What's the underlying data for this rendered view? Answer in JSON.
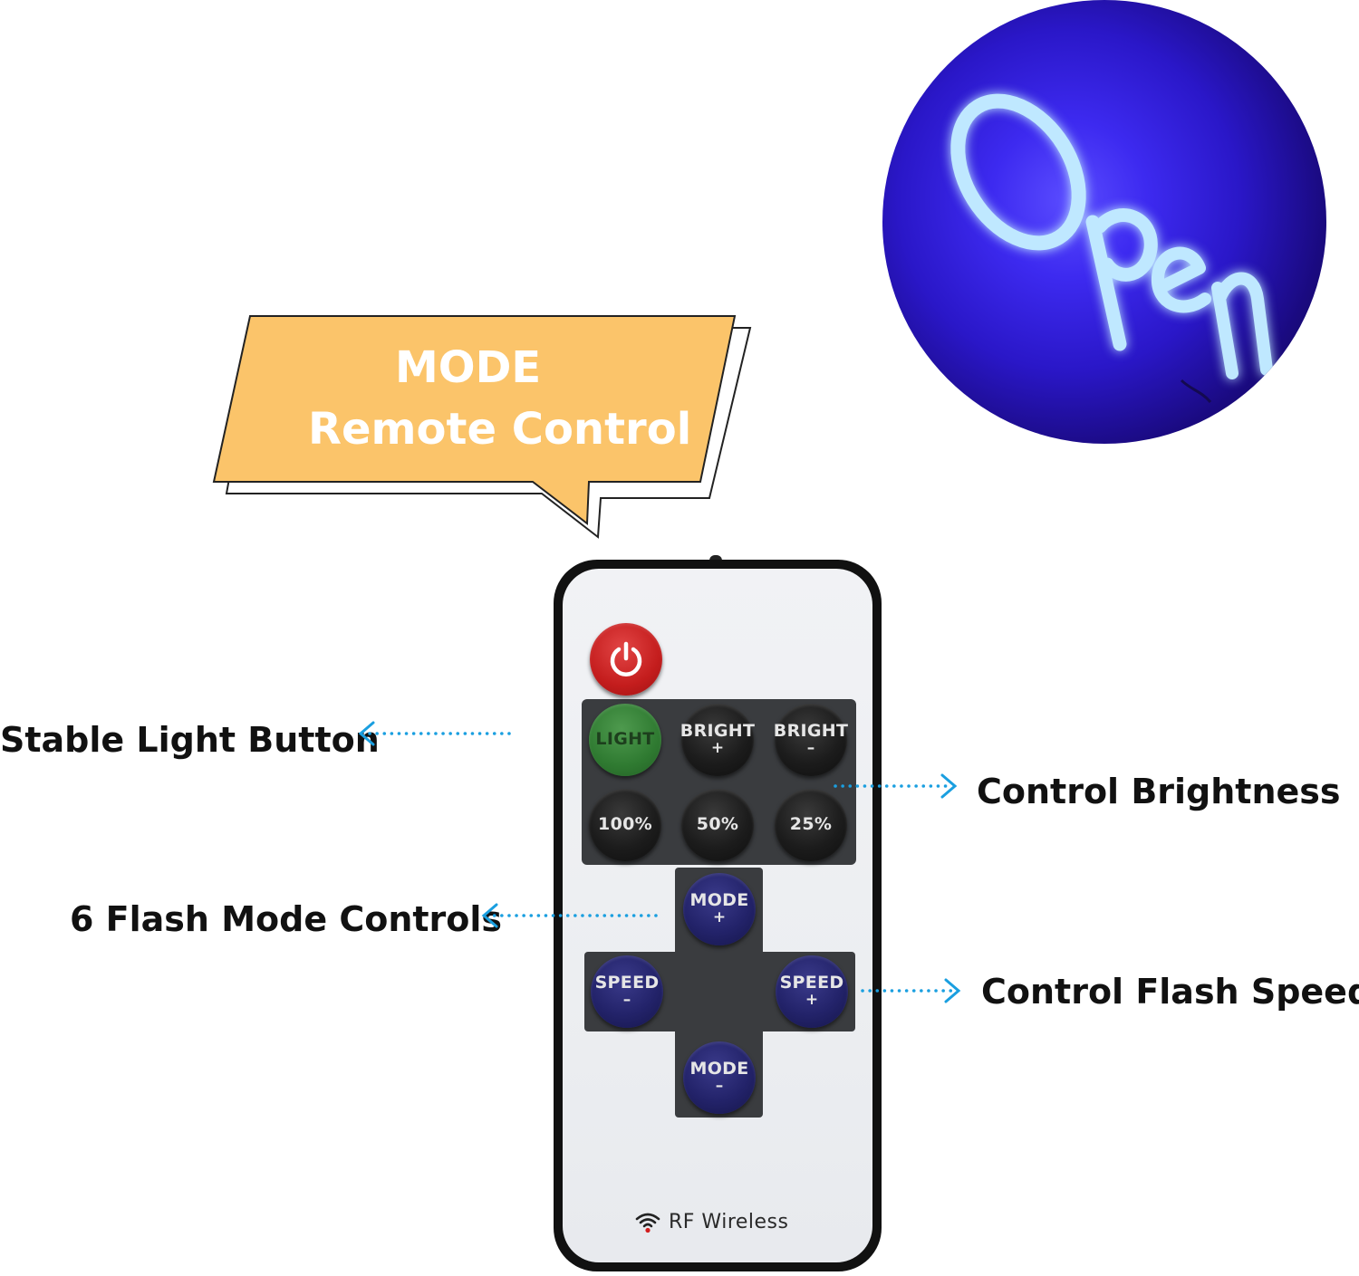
{
  "neon_sign": {
    "text": "Open",
    "color": "#4a3cff"
  },
  "bubble": {
    "line_1": "MODE",
    "line_2": "Remote Control",
    "fill_color": "#fbc46a"
  },
  "remote": {
    "power_icon": "power-icon",
    "buttons": {
      "light": "LIGHT",
      "bright_plus_main": "BRIGHT",
      "bright_plus_sub": "+",
      "bright_minus_main": "BRIGHT",
      "bright_minus_sub": "–",
      "level_100": "100%",
      "level_50": "50%",
      "level_25": "25%",
      "mode_plus_main": "MODE",
      "mode_plus_sub": "+",
      "speed_minus_main": "SPEED",
      "speed_minus_sub": "–",
      "speed_plus_main": "SPEED",
      "speed_plus_sub": "+",
      "mode_minus_main": "MODE",
      "mode_minus_sub": "–"
    },
    "rf_label": "RF Wireless",
    "rf_icon": "wifi-icon"
  },
  "callouts": {
    "stable_light": "Stable Light Button",
    "brightness": "Control Brightness",
    "flash_mode": "6 Flash Mode Controls",
    "flash_speed": "Control Flash Speed",
    "arrow_color": "#1a9fe0"
  }
}
